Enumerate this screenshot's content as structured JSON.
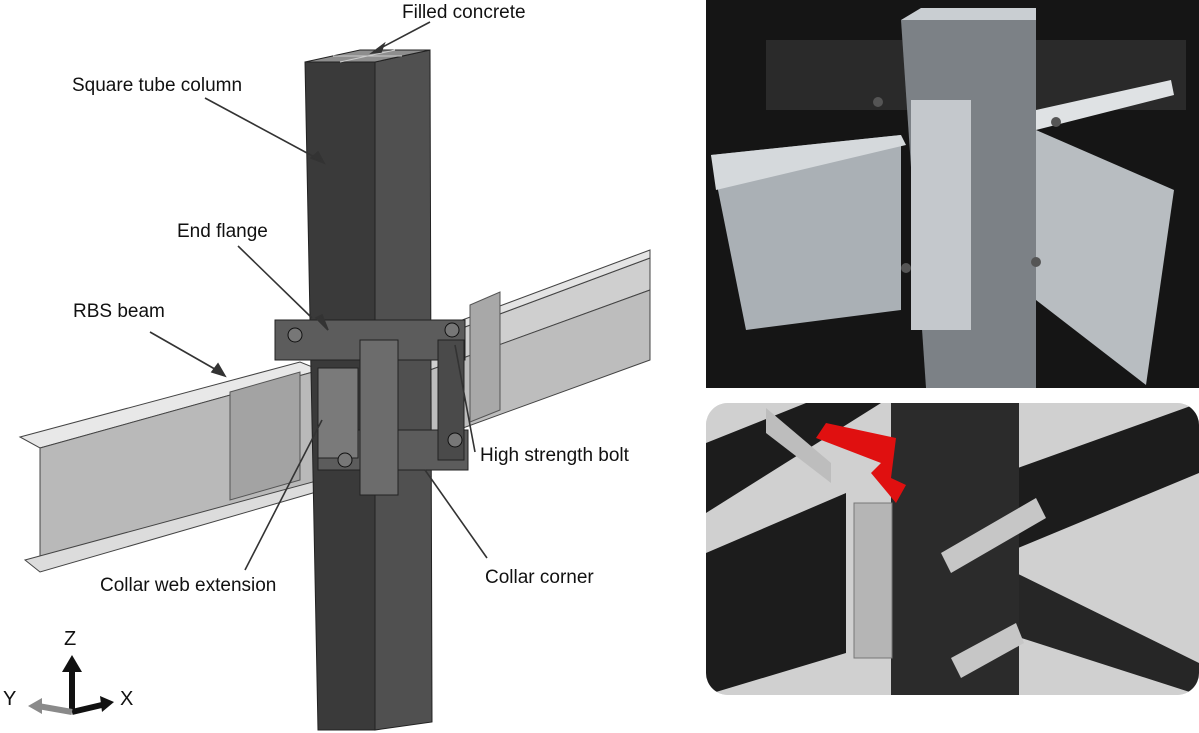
{
  "labels": {
    "filled_concrete": "Filled concrete",
    "square_tube_column": "Square tube column",
    "end_flange": "End flange",
    "rbs_beam": "RBS beam",
    "high_strength_bolt": "High strength bolt",
    "collar_web_extension": "Collar web extension",
    "collar_corner": "Collar corner"
  },
  "axes": {
    "z": "Z",
    "y": "Y",
    "x": "X"
  },
  "colors": {
    "column_dark": "#3d3d3d",
    "beam_light": "#b9b9b9",
    "collar": "#5a5a5a",
    "arrow_red": "#e01010",
    "axis_black": "#111111",
    "axis_gray": "#8a8a8a"
  }
}
